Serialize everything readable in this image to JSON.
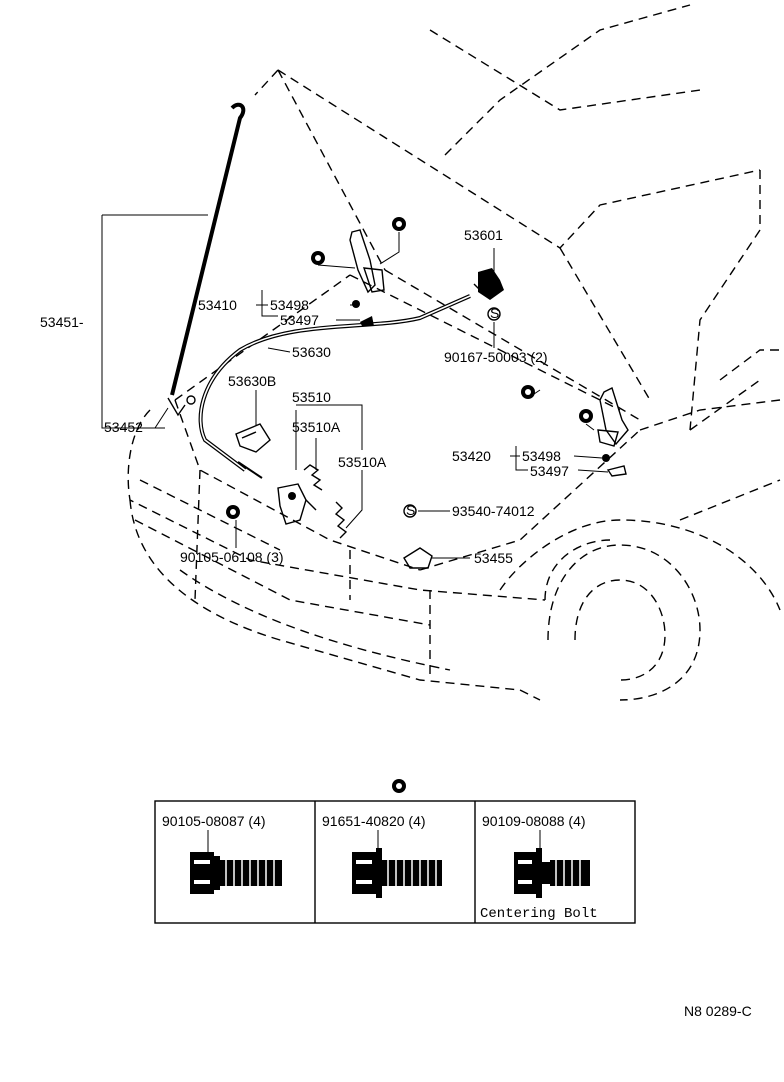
{
  "labels": {
    "p53451": "53451-",
    "p53452": "53452",
    "p53410": "53410",
    "p53498a": "53498",
    "p53497a": "53497",
    "p53630": "53630",
    "p53630b": "53630B",
    "p53510": "53510",
    "p53510a1": "53510A",
    "p53510a2": "53510A",
    "p53601": "53601",
    "p90167": "90167-50003 (2)",
    "p53420": "53420",
    "p53498b": "53498",
    "p53497b": "53497",
    "p93540": "93540-74012",
    "p53455": "53455",
    "p90105": "90105-06108 (3)"
  },
  "table": {
    "cells": [
      {
        "part": "90105-08087 (4)"
      },
      {
        "part": "91651-40820 (4)"
      },
      {
        "part": "90109-08088 (4)",
        "note": "Centering Bolt"
      }
    ]
  },
  "figure_code": "N8 0289-C"
}
